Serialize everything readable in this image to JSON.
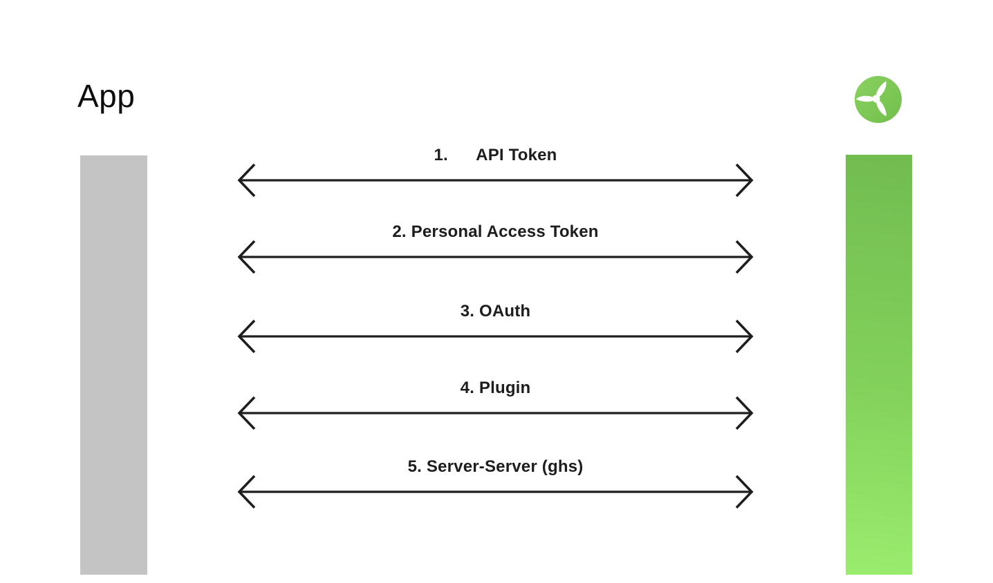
{
  "page": {
    "background": "#ffffff"
  },
  "header": {
    "title": "App"
  },
  "logo": {
    "name": "green-propeller-logo",
    "shape": "circle",
    "circle_gradient_start": "#8ad162",
    "circle_gradient_end": "#72bf4b",
    "blade_color": "#ffffff"
  },
  "lifelines": {
    "left_bar": {
      "color": "#c4c4c4"
    },
    "right_bar": {
      "gradient_top": "#72bc50",
      "gradient_bottom": "#9aec6e"
    }
  },
  "connections": [
    {
      "label": "1.      API Token"
    },
    {
      "label": "2. Personal Access Token"
    },
    {
      "label": "3. OAuth"
    },
    {
      "label": "4. Plugin"
    },
    {
      "label": "5. Server-Server (ghs)"
    }
  ],
  "style": {
    "arrow_color": "#1e1e1e",
    "label_color": "#1d1d1f",
    "title_color": "#0d0d0d"
  }
}
